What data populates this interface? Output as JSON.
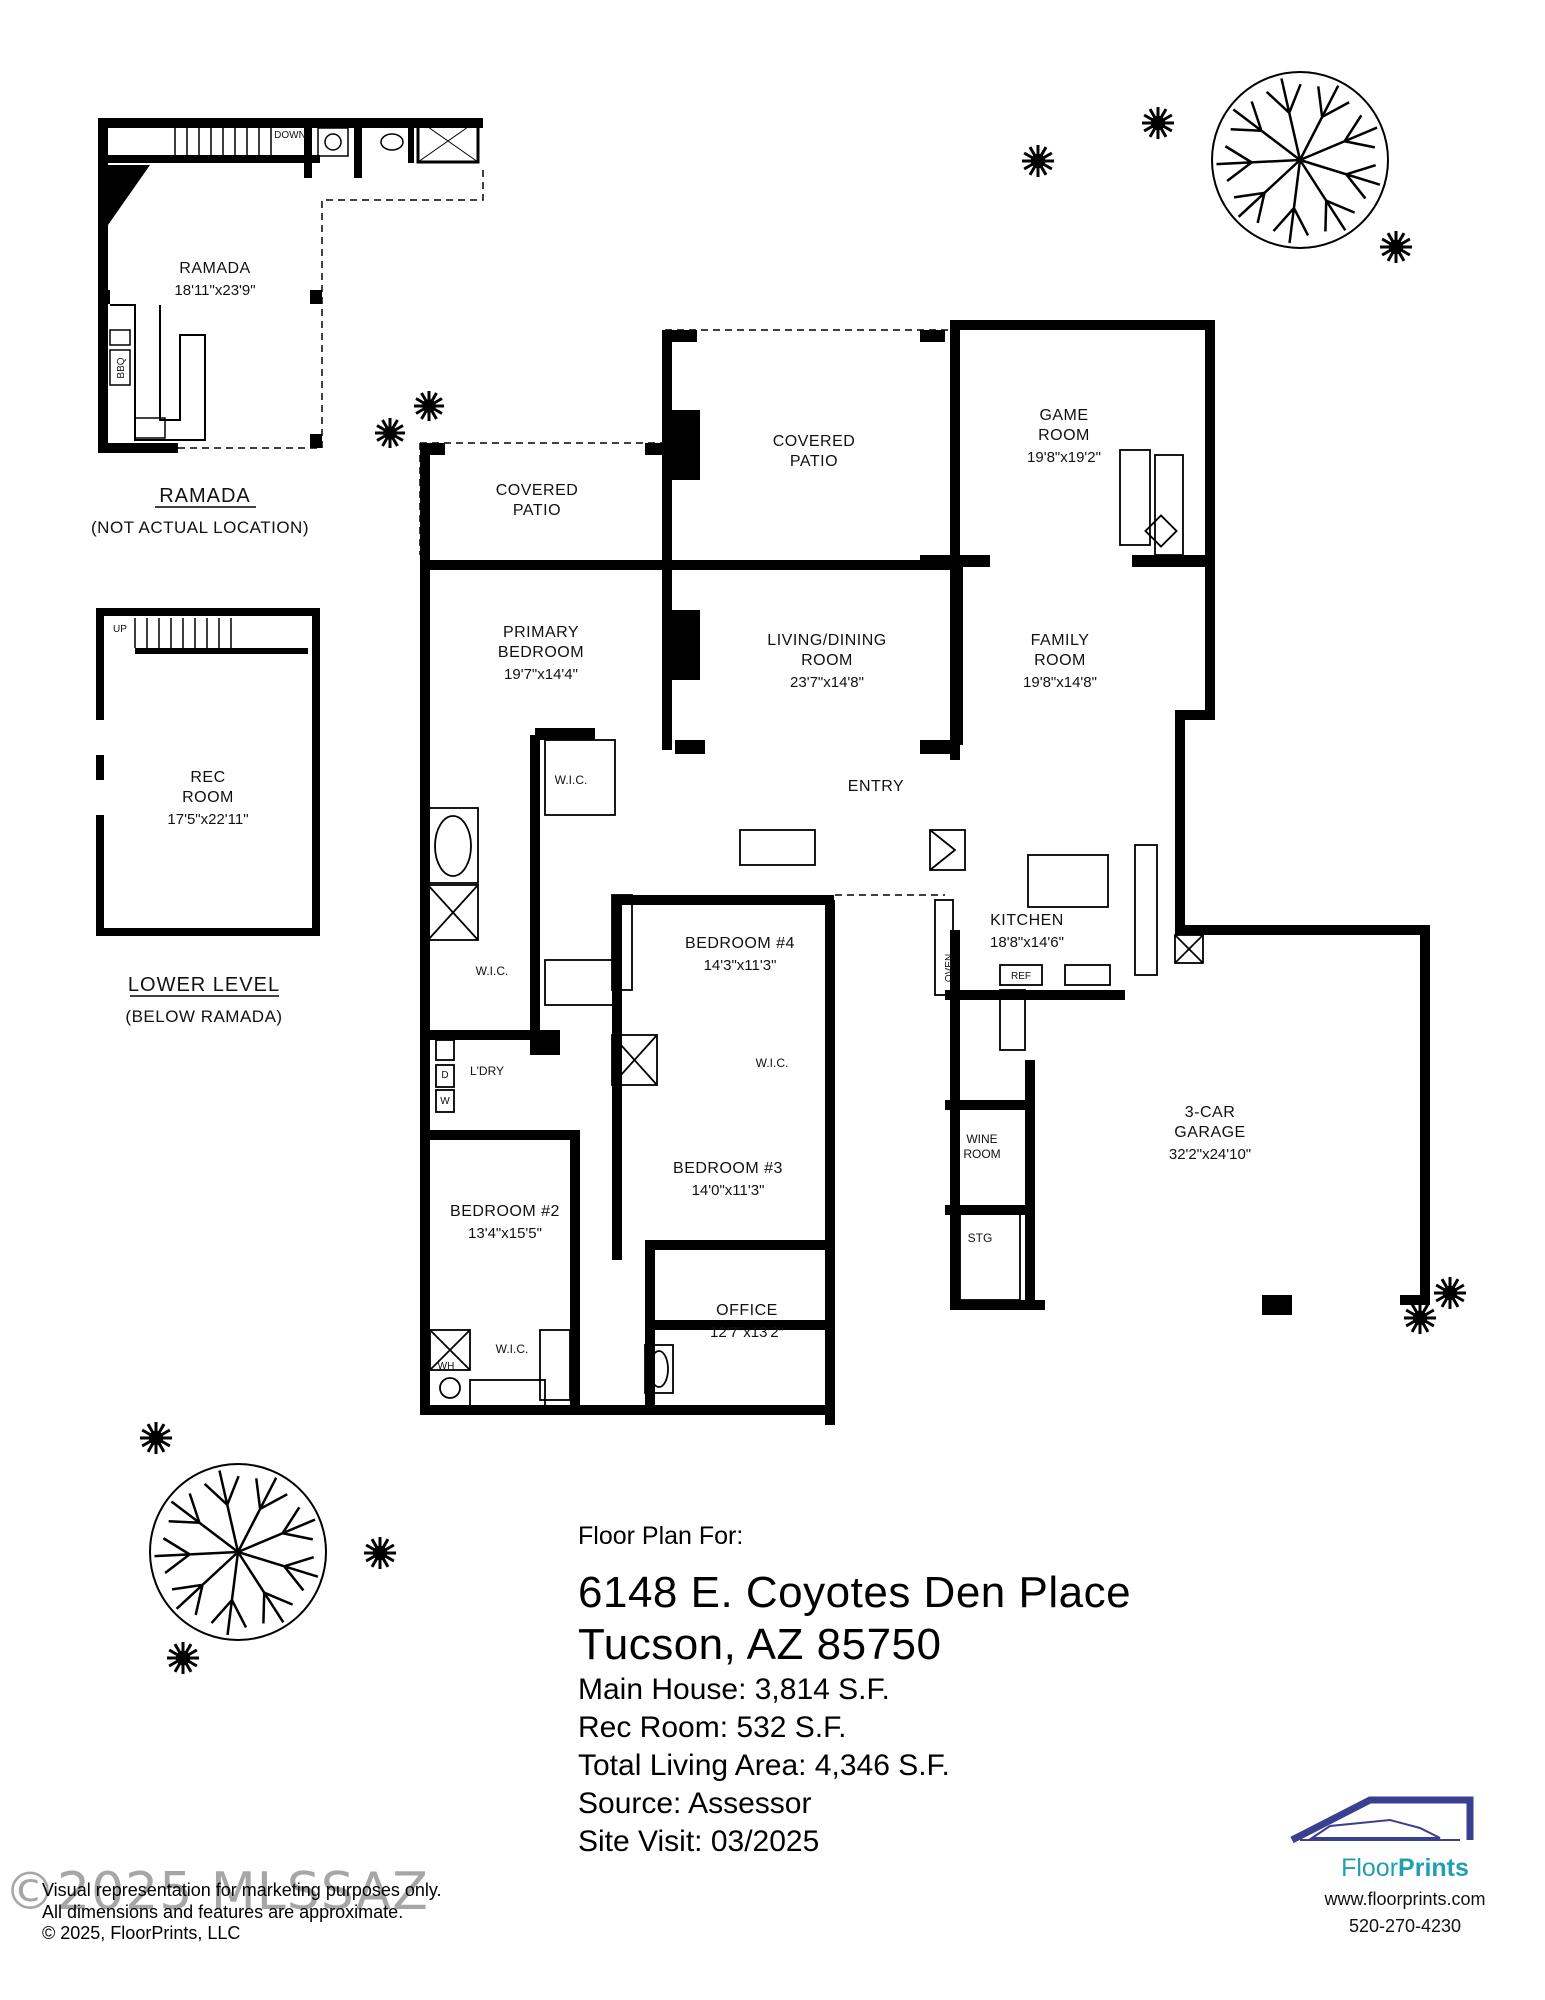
{
  "ramada": {
    "name": "RAMADA",
    "dims": "18'11\"x23'9\"",
    "caption": "RAMADA",
    "caption_note": "(NOT ACTUAL LOCATION)",
    "down": "DOWN",
    "bbq": "BBQ"
  },
  "lower_level": {
    "name": "REC",
    "name2": "ROOM",
    "dims": "17'5\"x22'11\"",
    "caption": "LOWER LEVEL",
    "caption_note": "(BELOW RAMADA)",
    "up": "UP"
  },
  "rooms": {
    "covered_patio_left": {
      "line1": "COVERED",
      "line2": "PATIO"
    },
    "covered_patio_top": {
      "line1": "COVERED",
      "line2": "PATIO"
    },
    "game_room": {
      "line1": "GAME",
      "line2": "ROOM",
      "dims": "19'8\"x19'2\""
    },
    "primary_bedroom": {
      "line1": "PRIMARY",
      "line2": "BEDROOM",
      "dims": "19'7\"x14'4\""
    },
    "living_dining": {
      "line1": "LIVING/DINING",
      "line2": "ROOM",
      "dims": "23'7\"x14'8\""
    },
    "family_room": {
      "line1": "FAMILY",
      "line2": "ROOM",
      "dims": "19'8\"x14'8\""
    },
    "entry": {
      "line1": "ENTRY"
    },
    "wic_primary_1": {
      "line1": "W.I.C."
    },
    "wic_primary_2": {
      "line1": "W.I.C."
    },
    "bedroom4": {
      "line1": "BEDROOM #4",
      "dims": "14'3\"x11'3\""
    },
    "kitchen": {
      "line1": "KITCHEN",
      "dims": "18'8\"x14'6\""
    },
    "oven": {
      "line1": "OVEN"
    },
    "ref": {
      "line1": "REF"
    },
    "laundry": {
      "line1": "L'DRY"
    },
    "d_label": {
      "line1": "D"
    },
    "w_label": {
      "line1": "W"
    },
    "wic_bed4": {
      "line1": "W.I.C."
    },
    "bedroom3": {
      "line1": "BEDROOM #3",
      "dims": "14'0\"x11'3\""
    },
    "garage": {
      "line1": "3-CAR",
      "line2": "GARAGE",
      "dims": "32'2\"x24'10\""
    },
    "wine_room": {
      "line1": "WINE",
      "line2": "ROOM"
    },
    "storage": {
      "line1": "STG"
    },
    "bedroom2": {
      "line1": "BEDROOM #2",
      "dims": "13'4\"x15'5\""
    },
    "office": {
      "line1": "OFFICE",
      "dims": "12'7\"x13'2\""
    },
    "wic_bed2": {
      "line1": "W.I.C."
    },
    "wh": {
      "line1": "WH"
    }
  },
  "info": {
    "lead": "Floor Plan For:",
    "address1": "6148 E. Coyotes Den Place",
    "address2": "Tucson, AZ  85750",
    "main_house": "Main House:  3,814 S.F.",
    "rec_room": "Rec Room:  532 S.F.",
    "total": "Total Living Area:  4,346 S.F.",
    "source": "Source:  Assessor",
    "site_visit": "Site Visit:  03/2025"
  },
  "footer": {
    "line1": "Visual representation for marketing purposes only.",
    "line2": "All dimensions and features are approximate.",
    "line3": "© 2025, FloorPrints, LLC",
    "watermark": "©2025 MLSSAZ"
  },
  "brand": {
    "name_first": "Floor",
    "name_second": "Prints",
    "url": "www.floorprints.com",
    "phone": "520-270-4230",
    "roof_color": "#3b3f8f",
    "accent_color": "#1f9fb0"
  }
}
